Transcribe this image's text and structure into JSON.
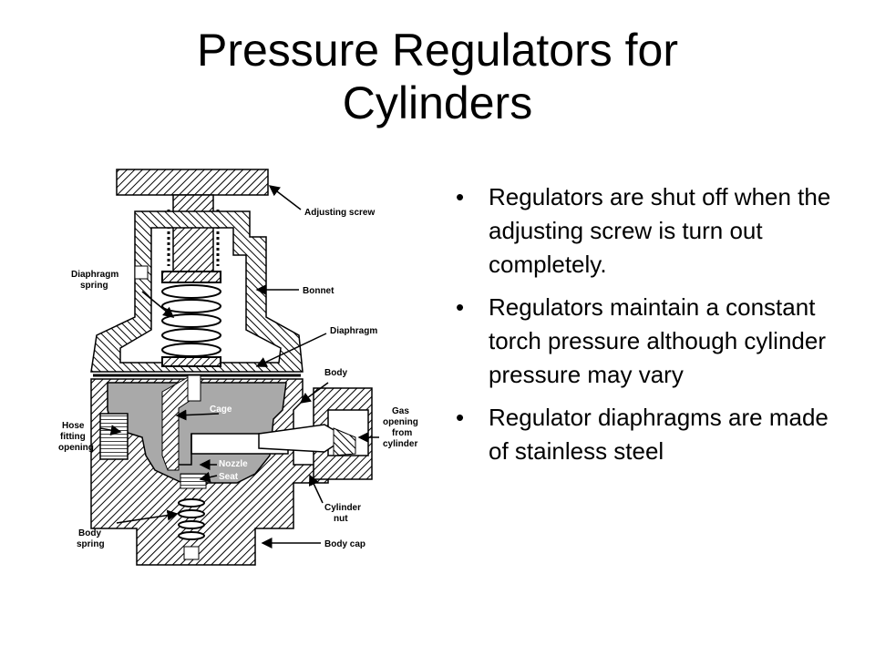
{
  "slide": {
    "title_line1": "Pressure Regulators for",
    "title_line2": "Cylinders",
    "bullet_glyph": "•",
    "bullets": [
      "Regulators are shut off when the adjusting screw is turn out completely.",
      "Regulators maintain a constant torch pressure although cylinder pressure may vary",
      "Regulator diaphragms are made of stainless steel"
    ]
  },
  "diagram": {
    "labels": {
      "adjusting_screw": "Adjusting screw",
      "diaphragm_spring_1": "Diaphragm",
      "diaphragm_spring_2": "spring",
      "bonnet": "Bonnet",
      "diaphragm": "Diaphragm",
      "body": "Body",
      "cage": "Cage",
      "hose_1": "Hose",
      "hose_2": "fitting",
      "hose_3": "opening",
      "gas_1": "Gas",
      "gas_2": "opening",
      "gas_3": "from",
      "gas_4": "cylinder",
      "nozzle": "Nozzle",
      "seat": "Seat",
      "cylinder_nut_1": "Cylinder",
      "cylinder_nut_2": "nut",
      "body_spring_1": "Body",
      "body_spring_2": "spring",
      "body_cap": "Body cap"
    },
    "colors": {
      "hatch": "#000000",
      "gas_fill": "#a9a9a9",
      "line": "#000000"
    }
  }
}
